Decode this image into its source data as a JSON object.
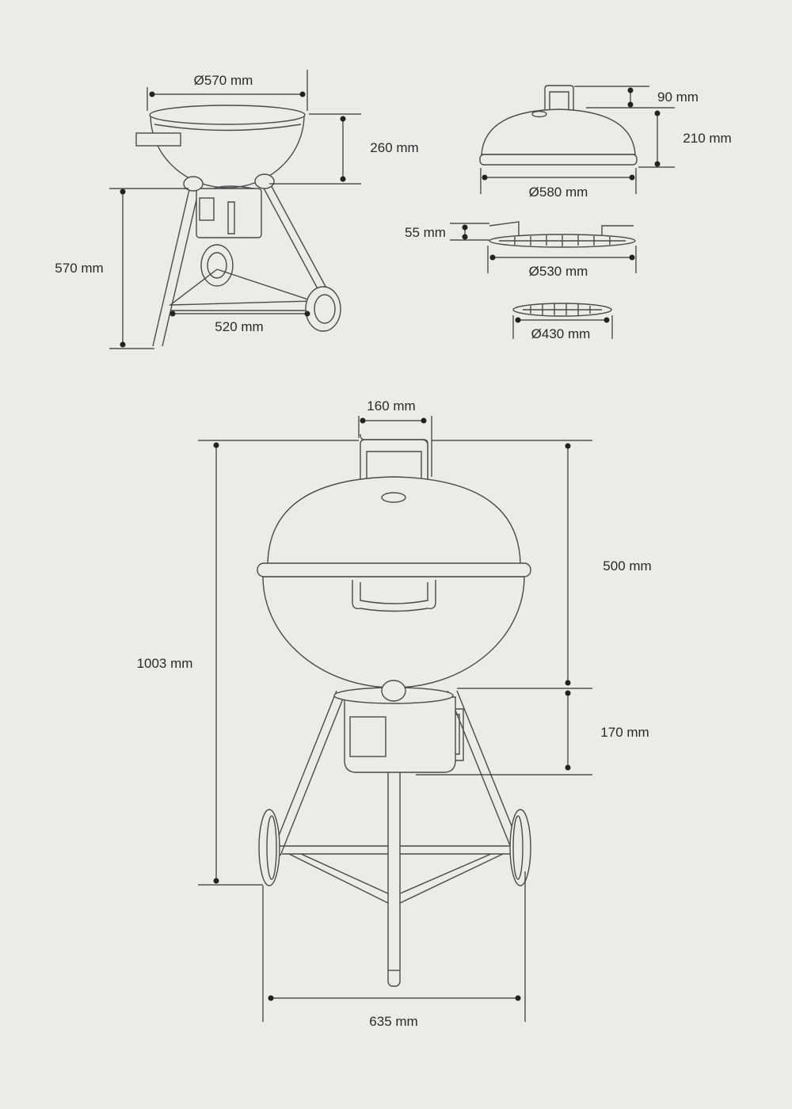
{
  "colors": {
    "background": "#ecebe8",
    "line": "#4a4a4a",
    "dimension": "#333333"
  },
  "side_view": {
    "diameter": "Ø570 mm",
    "bowl_height": "260 mm",
    "leg_height": "570 mm",
    "shelf_width": "520 mm"
  },
  "lid": {
    "handle_height": "90 mm",
    "dome_height": "210 mm",
    "diameter": "Ø580 mm"
  },
  "cooking_grate": {
    "height": "55 mm",
    "diameter": "Ø530 mm"
  },
  "charcoal_grate": {
    "diameter": "Ø430 mm"
  },
  "front_view": {
    "handle_width": "160 mm",
    "total_height": "1003 mm",
    "upper_height": "500 mm",
    "ash_catcher_height": "170 mm",
    "wheel_width": "635 mm"
  }
}
